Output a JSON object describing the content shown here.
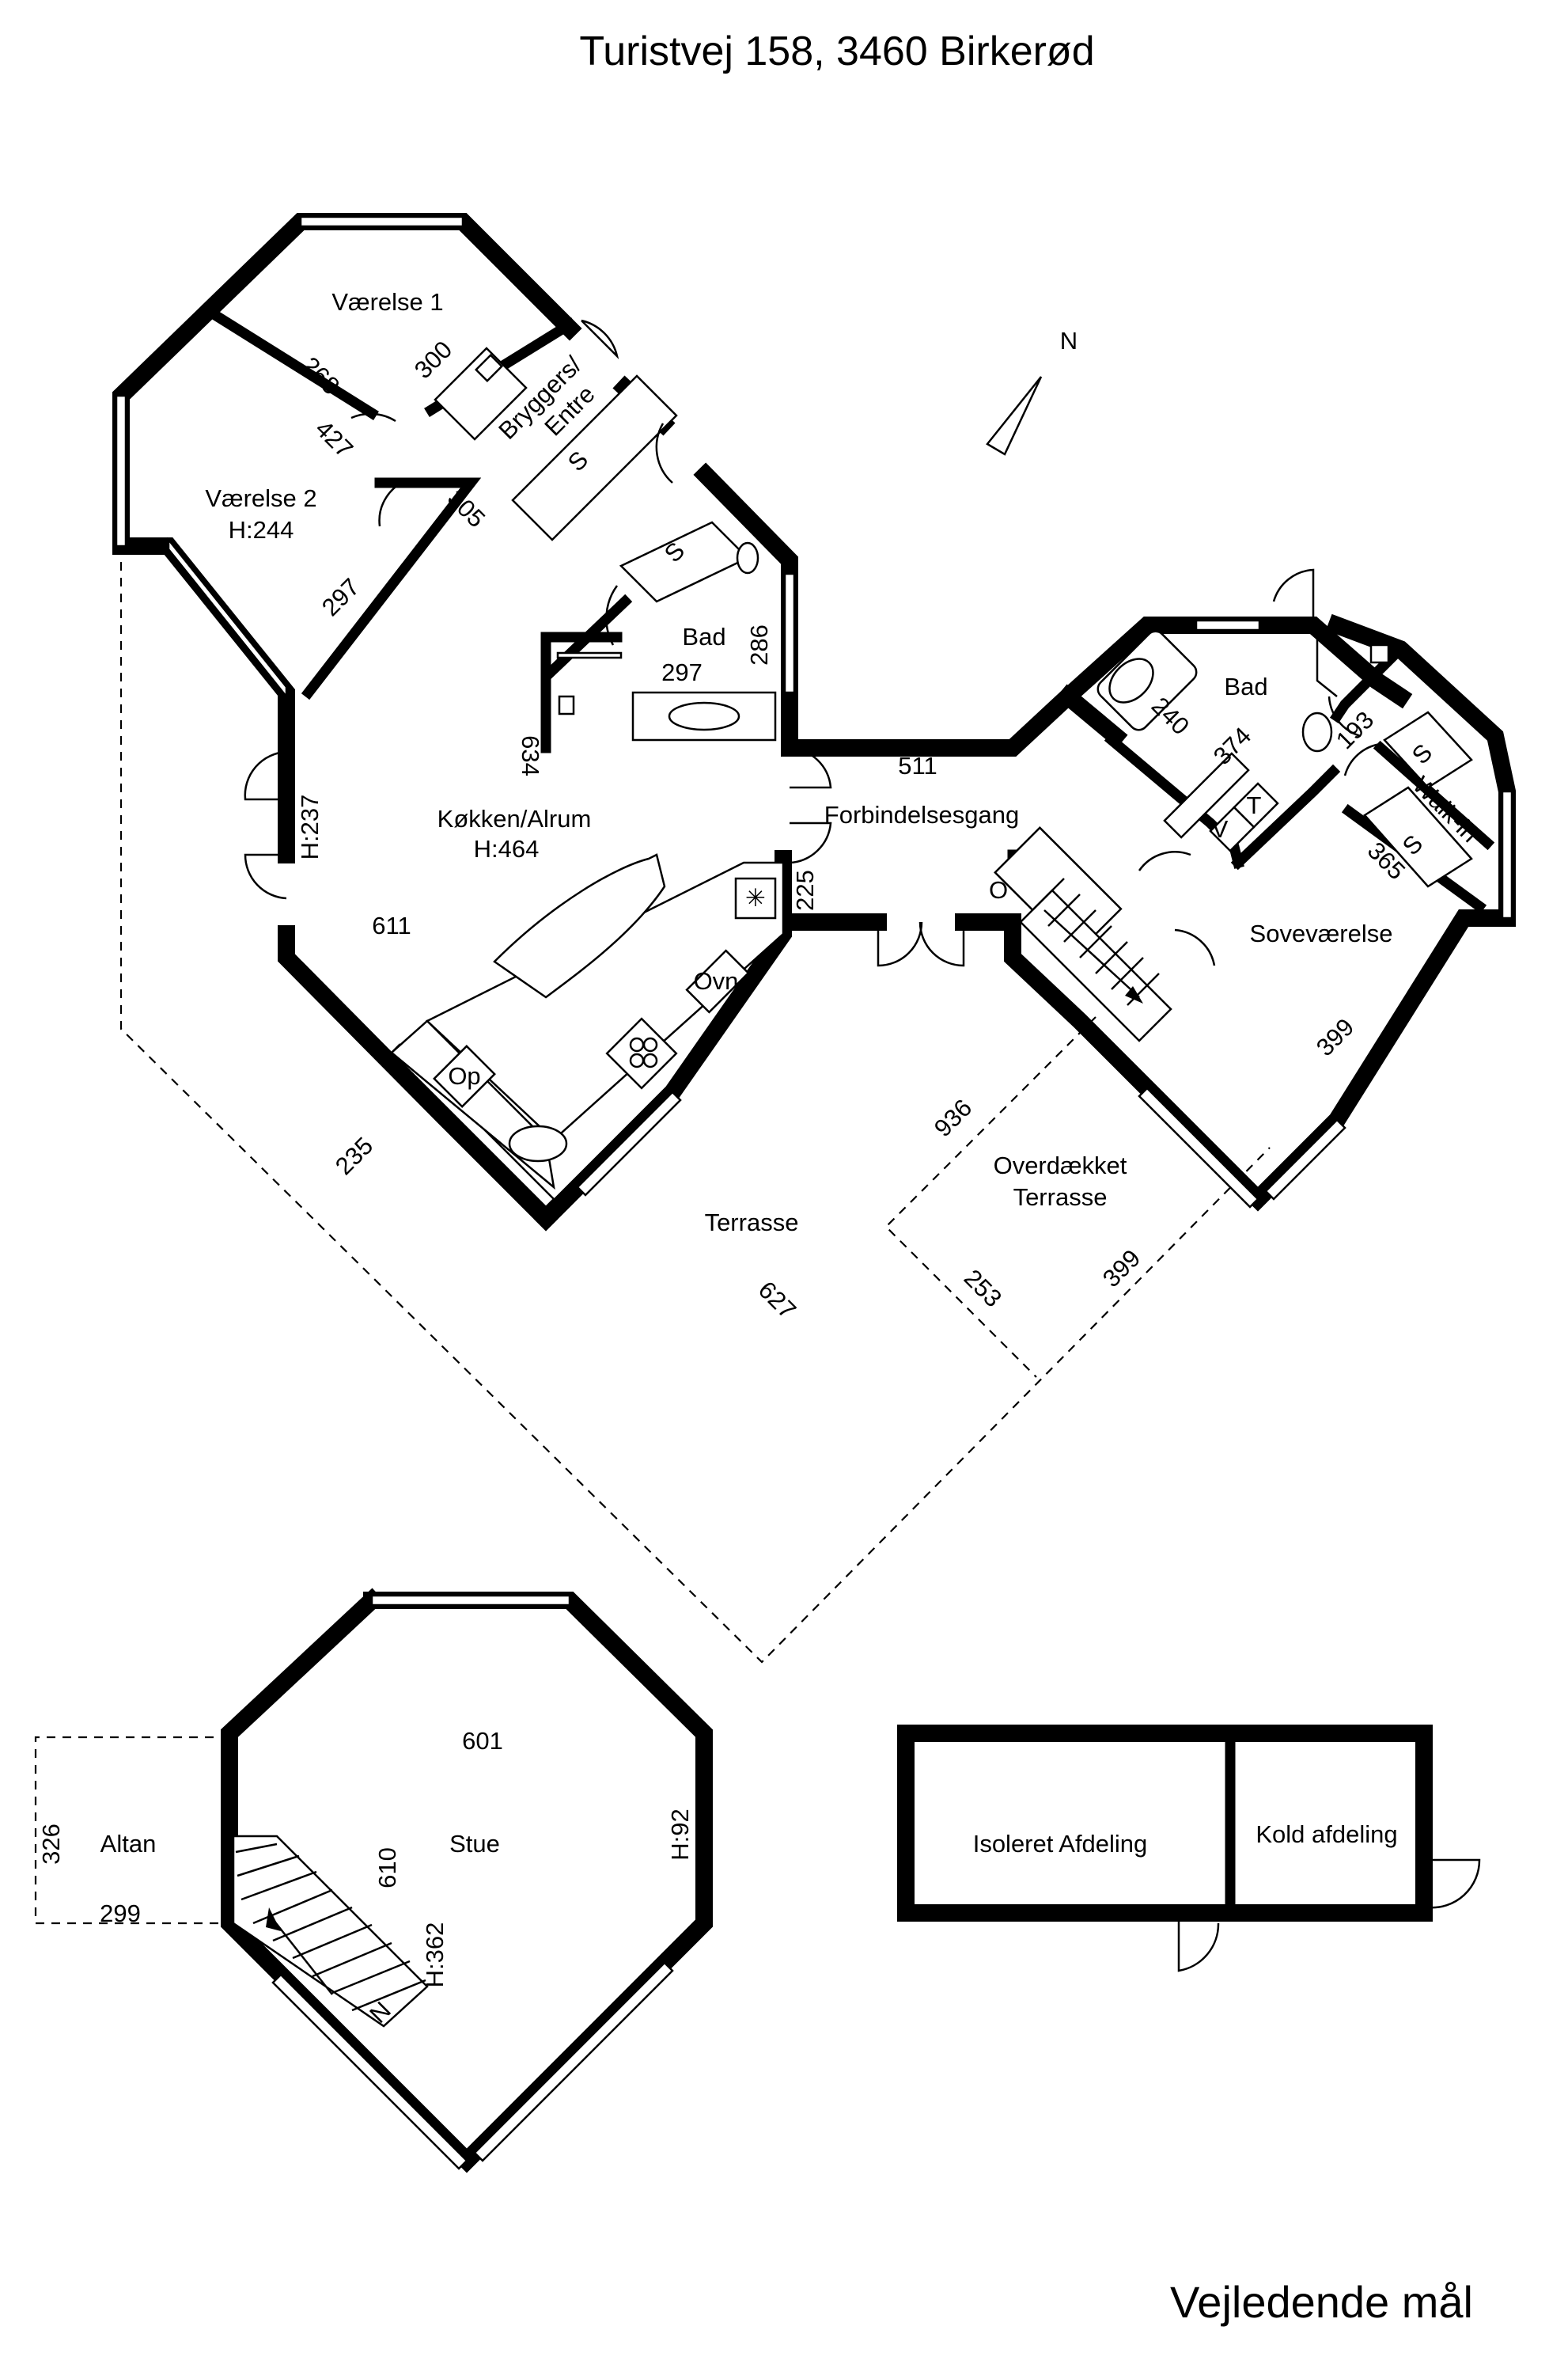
{
  "title": "Turistvej 158, 3460 Birkerød",
  "footer": "Vejledende mål",
  "north": "N",
  "rooms": {
    "vaerelse1": "Værelse 1",
    "vaerelse2": "Værelse 2",
    "vaerelse2_h": "H:244",
    "bryggers1": "Bryggers/",
    "bryggers2": "Entre",
    "bad1": "Bad",
    "bad2": "Bad",
    "koekken": "Køkken/Alrum",
    "koekken_h": "H:464",
    "forbindelse": "Forbindelsesgang",
    "sovevaerelse": "Soveværelse",
    "walkin": "Walk-in",
    "terrasse": "Terrasse",
    "overdaekket1": "Overdækket",
    "overdaekket2": "Terrasse",
    "stue": "Stue",
    "altan": "Altan",
    "isoleret": "Isoleret Afdeling",
    "kold": "Kold afdeling"
  },
  "fixtures": {
    "s": "S",
    "op": "Op",
    "ovn": "Ovn",
    "v": "V",
    "t": "T",
    "o": "O",
    "n": "N"
  },
  "dims": {
    "d300": "300",
    "d268": "268",
    "d427": "427",
    "d305": "305",
    "d297a": "297",
    "d286": "286",
    "d297b": "297",
    "d634": "634",
    "h237": "H:237",
    "d611": "611",
    "d225": "225",
    "d511": "511",
    "d240": "240",
    "d374": "374",
    "d193": "193",
    "d365": "365",
    "d399a": "399",
    "d936": "936",
    "d235": "235",
    "d627": "627",
    "d253": "253",
    "d399b": "399",
    "d601": "601",
    "d326": "326",
    "d299": "299",
    "d610": "610",
    "h362": "H:362",
    "h92": "H:92"
  }
}
